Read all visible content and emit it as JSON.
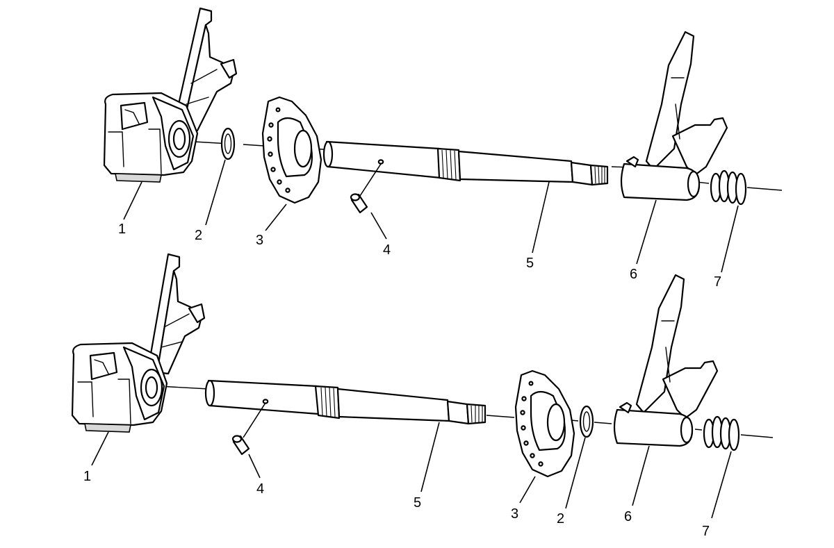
{
  "callouts": {
    "top": [
      {
        "id": "t1",
        "text": "1"
      },
      {
        "id": "t2",
        "text": "2"
      },
      {
        "id": "t3",
        "text": "3"
      },
      {
        "id": "t4",
        "text": "4"
      },
      {
        "id": "t5",
        "text": "5"
      },
      {
        "id": "t6",
        "text": "6"
      },
      {
        "id": "t7",
        "text": "7"
      }
    ],
    "bottom": [
      {
        "id": "b1",
        "text": "1"
      },
      {
        "id": "b4",
        "text": "4"
      },
      {
        "id": "b5",
        "text": "5"
      },
      {
        "id": "b3",
        "text": "3"
      },
      {
        "id": "b2",
        "text": "2"
      },
      {
        "id": "b6",
        "text": "6"
      },
      {
        "id": "b7",
        "text": "7"
      }
    ]
  }
}
